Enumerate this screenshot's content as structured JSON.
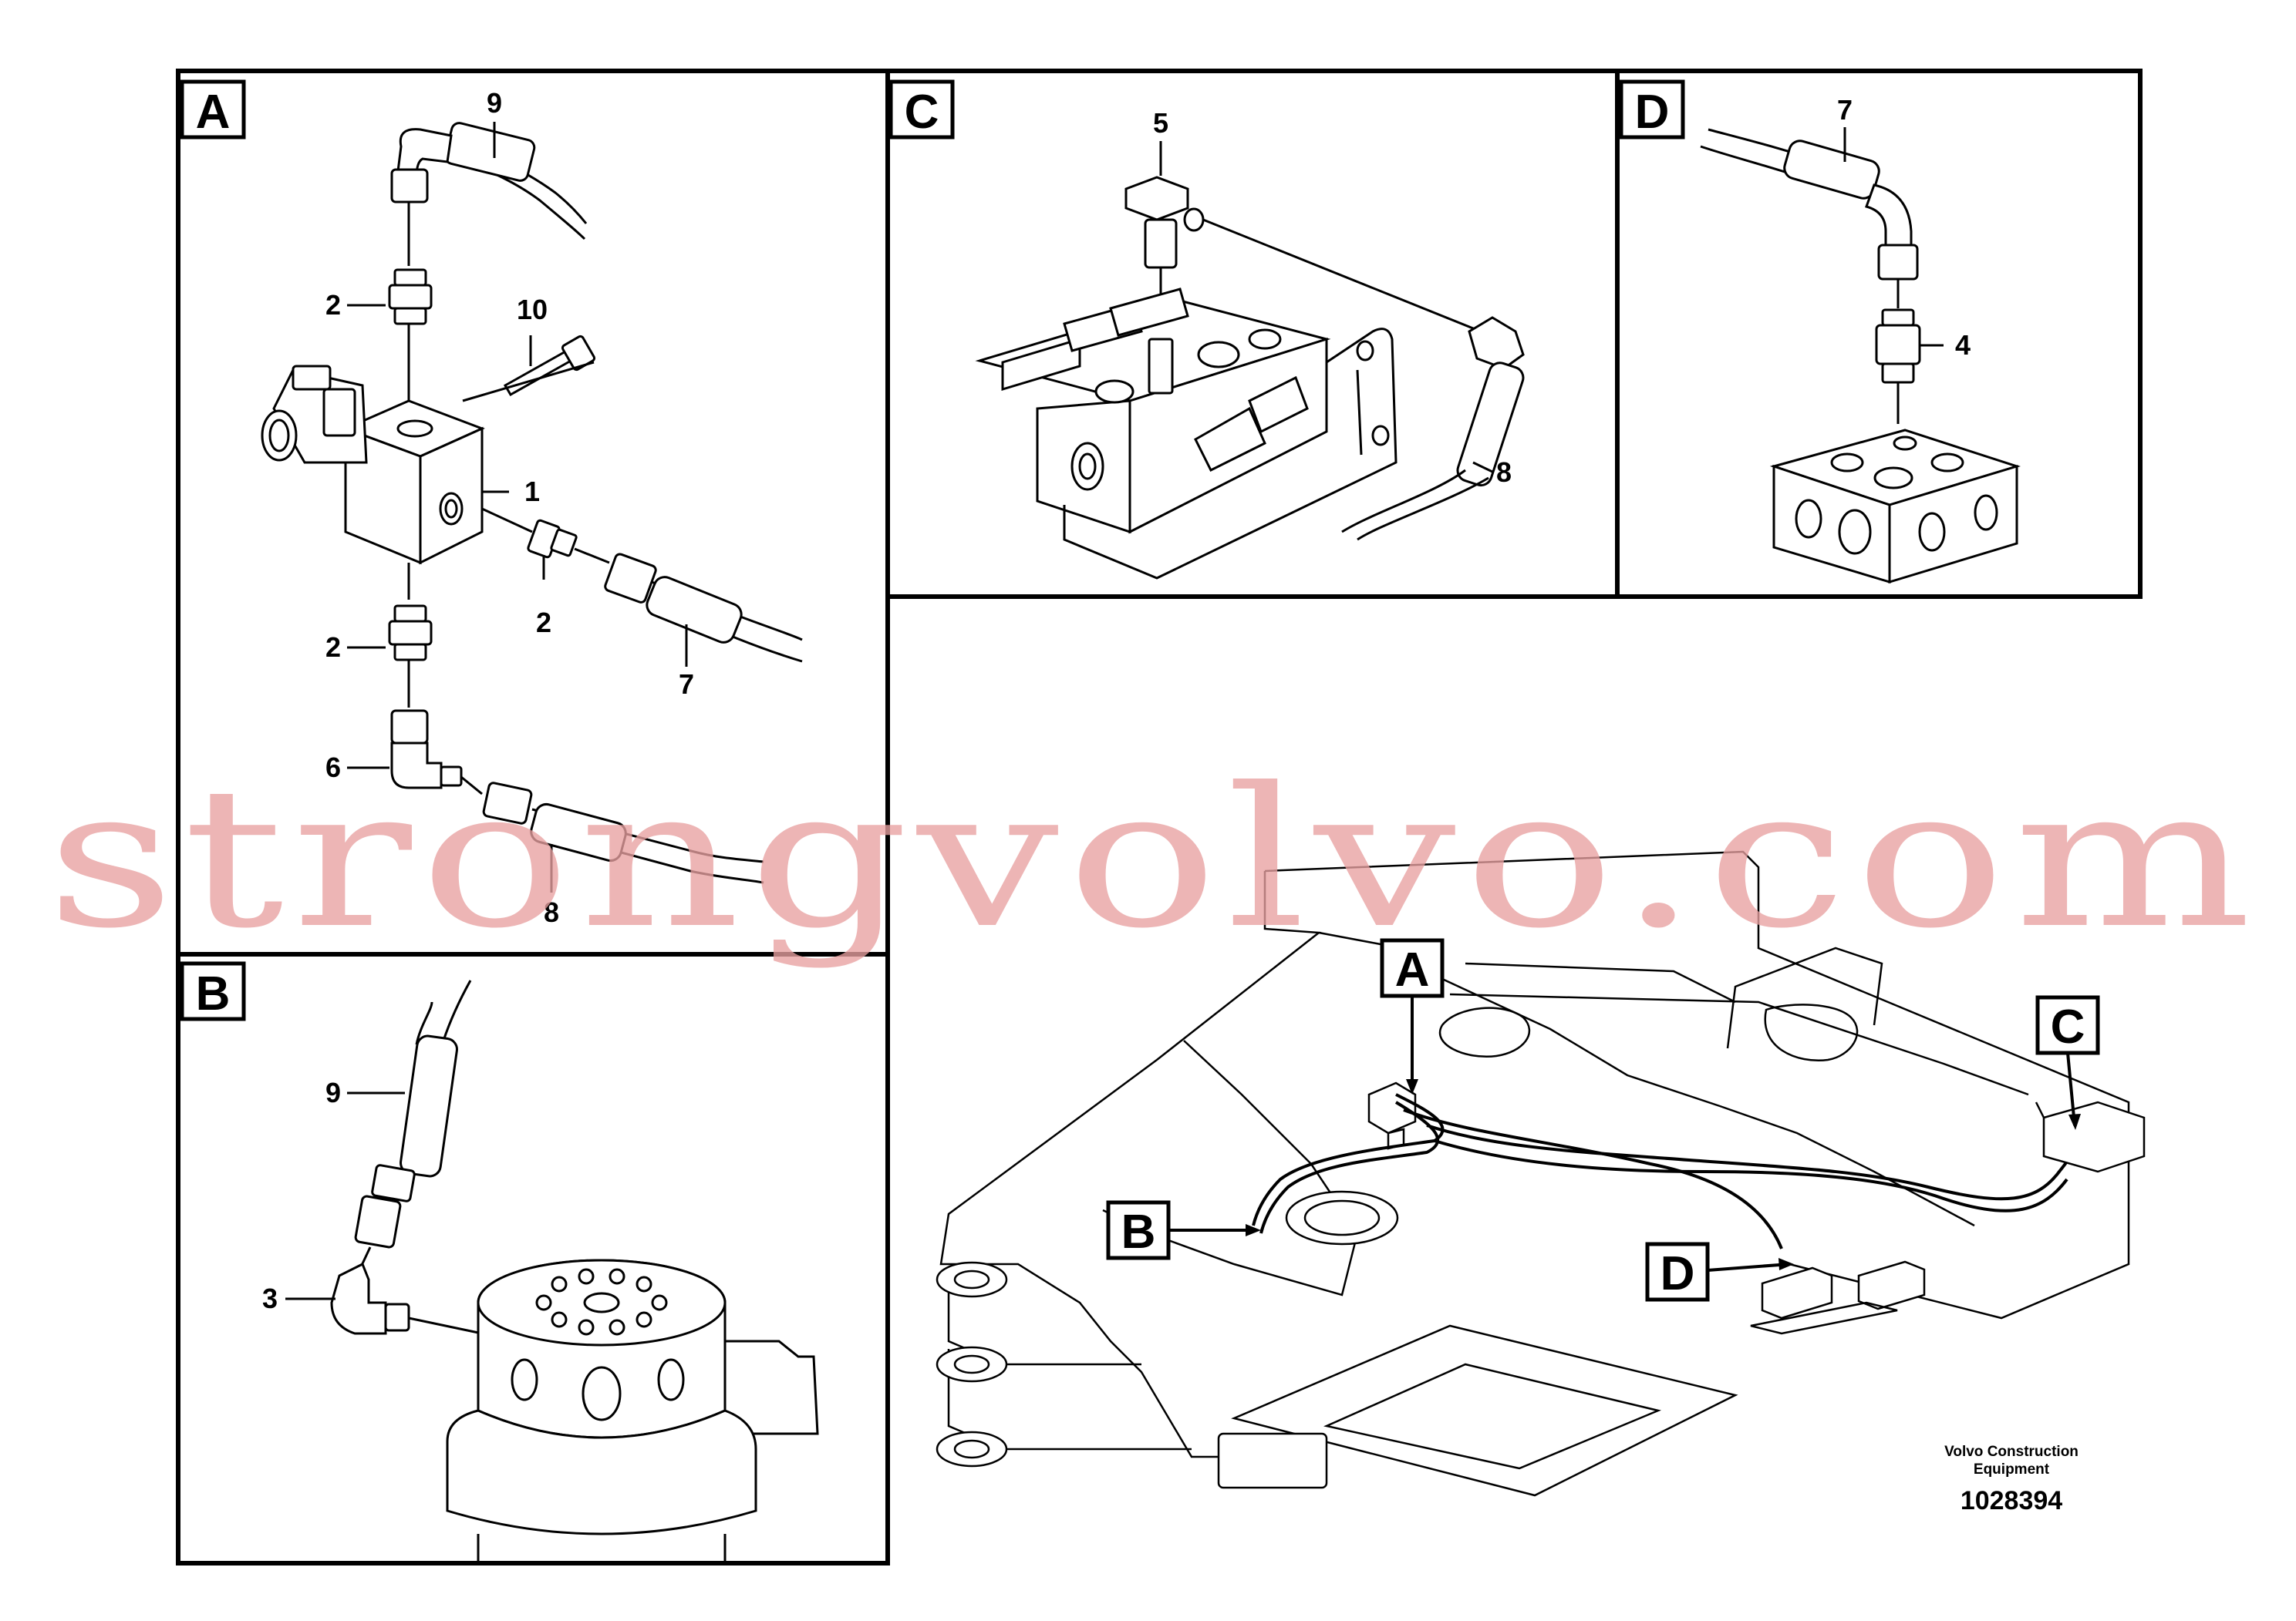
{
  "panels": {
    "A": {
      "letter": "A",
      "callouts": [
        "9",
        "2",
        "10",
        "1",
        "2",
        "2",
        "7",
        "6",
        "8"
      ]
    },
    "B": {
      "letter": "B",
      "callouts": [
        "9",
        "3"
      ]
    },
    "C": {
      "letter": "C",
      "callouts": [
        "5",
        "8"
      ]
    },
    "D": {
      "letter": "D",
      "callouts": [
        "7",
        "4"
      ]
    }
  },
  "overview": {
    "markers": [
      "A",
      "B",
      "C",
      "D"
    ]
  },
  "footer": {
    "company_line1": "Volvo Construction",
    "company_line2": "Equipment",
    "drawing_number": "1028394"
  },
  "watermark": "strongvolvo.com"
}
